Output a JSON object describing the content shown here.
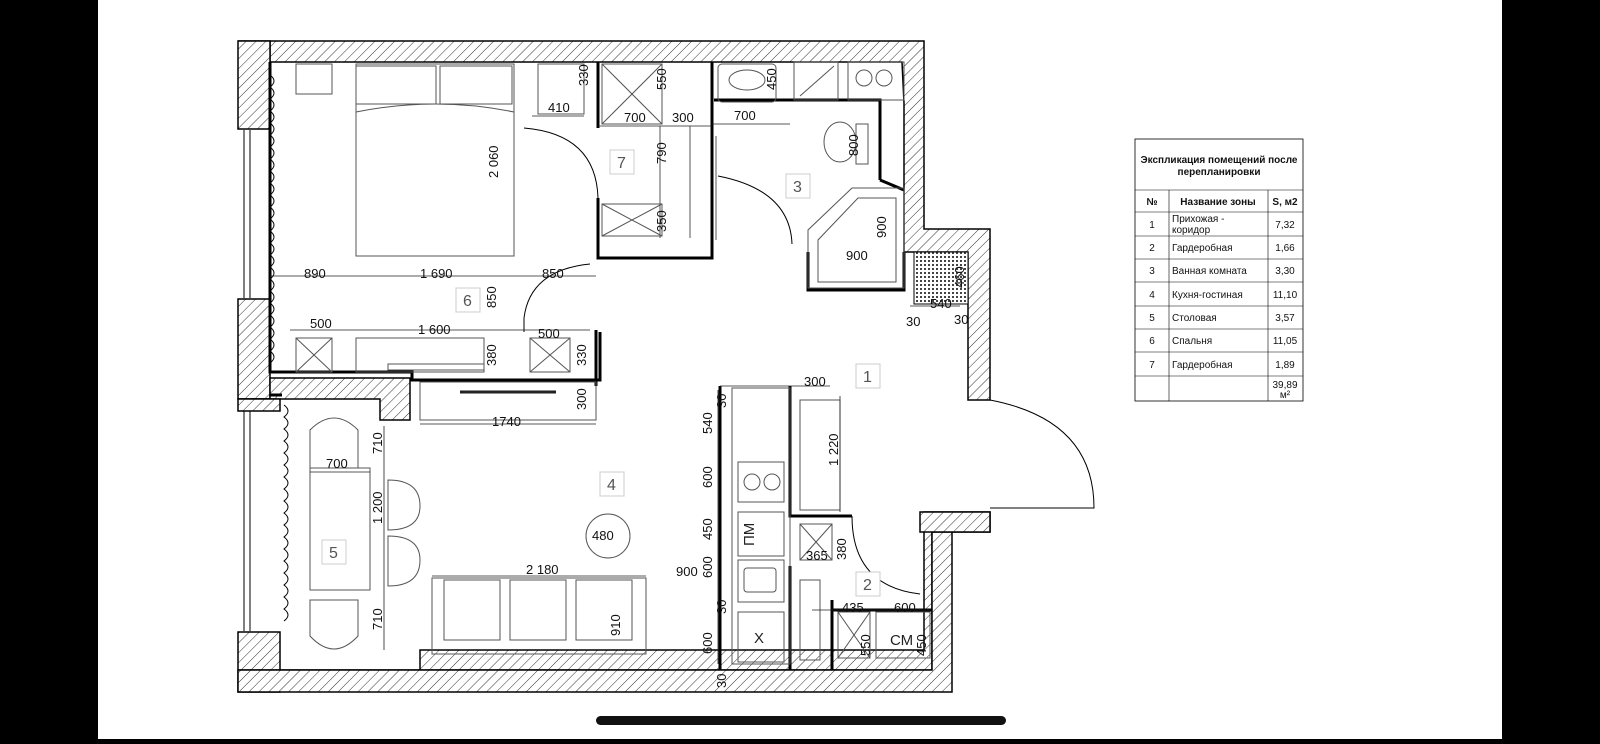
{
  "rooms": [
    {
      "id": "1",
      "label": "1"
    },
    {
      "id": "2",
      "label": "2"
    },
    {
      "id": "3",
      "label": "3"
    },
    {
      "id": "4",
      "label": "4"
    },
    {
      "id": "5",
      "label": "5"
    },
    {
      "id": "6",
      "label": "6"
    },
    {
      "id": "7",
      "label": "7"
    }
  ],
  "dimensions": [
    "330",
    "550",
    "450",
    "410",
    "700",
    "300",
    "700",
    "800",
    "790",
    "2 060",
    "350",
    "900",
    "900",
    "460",
    "540",
    "30",
    "30",
    "890",
    "1 690",
    "850",
    "850",
    "500",
    "1 600",
    "500",
    "380",
    "330",
    "300",
    "1740",
    "710",
    "700",
    "1 200",
    "710",
    "300",
    "30",
    "540",
    "600",
    "450",
    "600",
    "30",
    "600",
    "30",
    "1 220",
    "480",
    "2 180",
    "900",
    "910",
    "365",
    "380",
    "435",
    "600",
    "550",
    "450"
  ],
  "fixture_labels": {
    "dishwasher": "ПМ",
    "fridge": "Х",
    "washer": "СМ"
  },
  "explication": {
    "title_line1": "Экспликация помещений после",
    "title_line2": "перепланировки",
    "headers": [
      "№",
      "Название зоны",
      "S, м2"
    ],
    "rows": [
      {
        "num": "1",
        "name_line1": "Прихожая -",
        "name_line2": "коридор",
        "area": "7,32"
      },
      {
        "num": "2",
        "name_line1": "Гардеробная",
        "name_line2": "",
        "area": "1,66"
      },
      {
        "num": "3",
        "name_line1": "Ванная комната",
        "name_line2": "",
        "area": "3,30"
      },
      {
        "num": "4",
        "name_line1": "Кухня-гостиная",
        "name_line2": "",
        "area": "11,10"
      },
      {
        "num": "5",
        "name_line1": "Столовая",
        "name_line2": "",
        "area": "3,57"
      },
      {
        "num": "6",
        "name_line1": "Спальня",
        "name_line2": "",
        "area": "11,05"
      },
      {
        "num": "7",
        "name_line1": "Гардеробная",
        "name_line2": "",
        "area": "1,89"
      }
    ],
    "total_value": "39,89",
    "total_unit": "м²"
  }
}
